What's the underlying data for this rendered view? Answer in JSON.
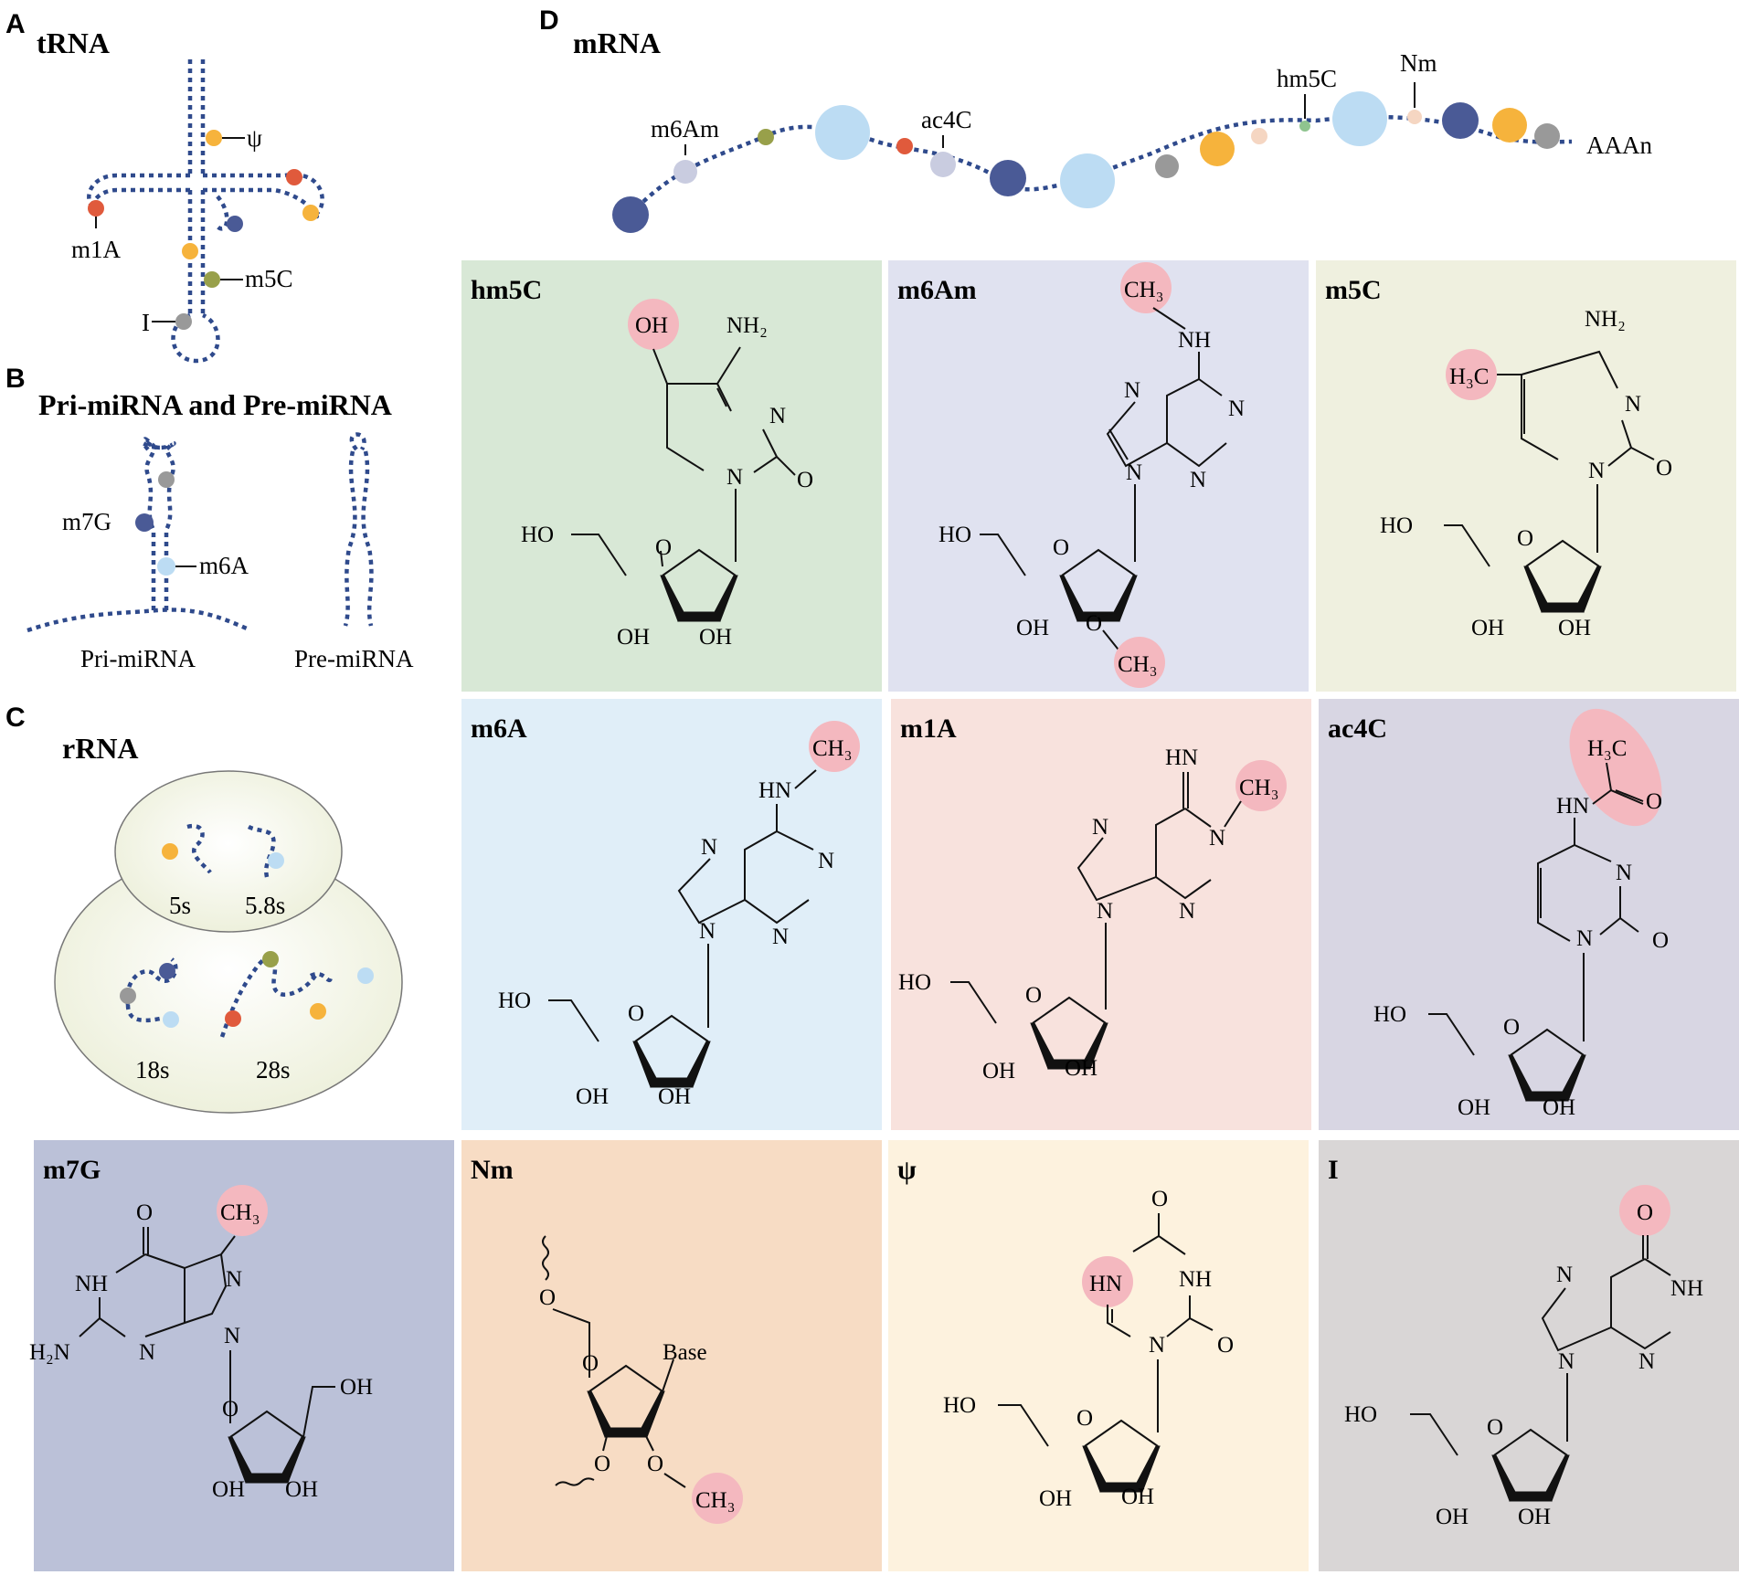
{
  "panels": {
    "A": {
      "letter": "A",
      "title": "tRNA",
      "labels": {
        "psi": "ψ",
        "m1A": "m1A",
        "m5C": "m5C",
        "I": "I"
      }
    },
    "B": {
      "letter": "B",
      "title": "Pri-miRNA and Pre-miRNA",
      "labels": {
        "m7G": "m7G",
        "m6A": "m6A",
        "pri": "Pri-miRNA",
        "pre": "Pre-miRNA"
      }
    },
    "C": {
      "letter": "C",
      "title": "rRNA",
      "labels": {
        "s5": "5s",
        "s58": "5.8s",
        "s18": "18s",
        "s28": "28s"
      }
    },
    "D": {
      "letter": "D",
      "title": "mRNA",
      "labels": {
        "m6Am": "m6Am",
        "ac4C": "ac4C",
        "hm5C": "hm5C",
        "Nm": "Nm",
        "polyA": "AAAn"
      }
    }
  },
  "structures": [
    {
      "id": "hm5C",
      "title": "hm5C",
      "bg": "#d8e8d6"
    },
    {
      "id": "m6Am",
      "title": "m6Am",
      "bg": "#e0e2f0"
    },
    {
      "id": "m5C",
      "title": "m5C",
      "bg": "#eff0df"
    },
    {
      "id": "m6A",
      "title": "m6A",
      "bg": "#e0eef8"
    },
    {
      "id": "m1A",
      "title": "m1A",
      "bg": "#f8e2dd"
    },
    {
      "id": "ac4C",
      "title": "ac4C",
      "bg": "#d8d6e3"
    },
    {
      "id": "m7G",
      "title": "m7G",
      "bg": "#bbc1d8"
    },
    {
      "id": "Nm",
      "title": "Nm",
      "bg": "#f7dcc4"
    },
    {
      "id": "psi",
      "title": "ψ",
      "bg": "#fdf2de"
    },
    {
      "id": "I",
      "title": "I",
      "bg": "#d9d6d6"
    }
  ],
  "atoms": {
    "OH": "OH",
    "HO": "HO",
    "O": "O",
    "N": "N",
    "NH": "NH",
    "HN": "HN",
    "NH2": "NH₂",
    "H2N": "H₂N",
    "CH3": "CH₃",
    "H3C": "H₃C",
    "Base": "Base"
  },
  "colors": {
    "strand": "#2f4a8c",
    "highlight": "#f4b8bf",
    "navy": "#4a5a96",
    "light_blue": "#bcdcf3",
    "orange": "#f6b33c",
    "red": "#e05a3c",
    "olive": "#98a04a",
    "grey": "#999999",
    "lavender": "#c9cce0",
    "peach": "#f5d6c2",
    "green": "#8fc48f"
  }
}
